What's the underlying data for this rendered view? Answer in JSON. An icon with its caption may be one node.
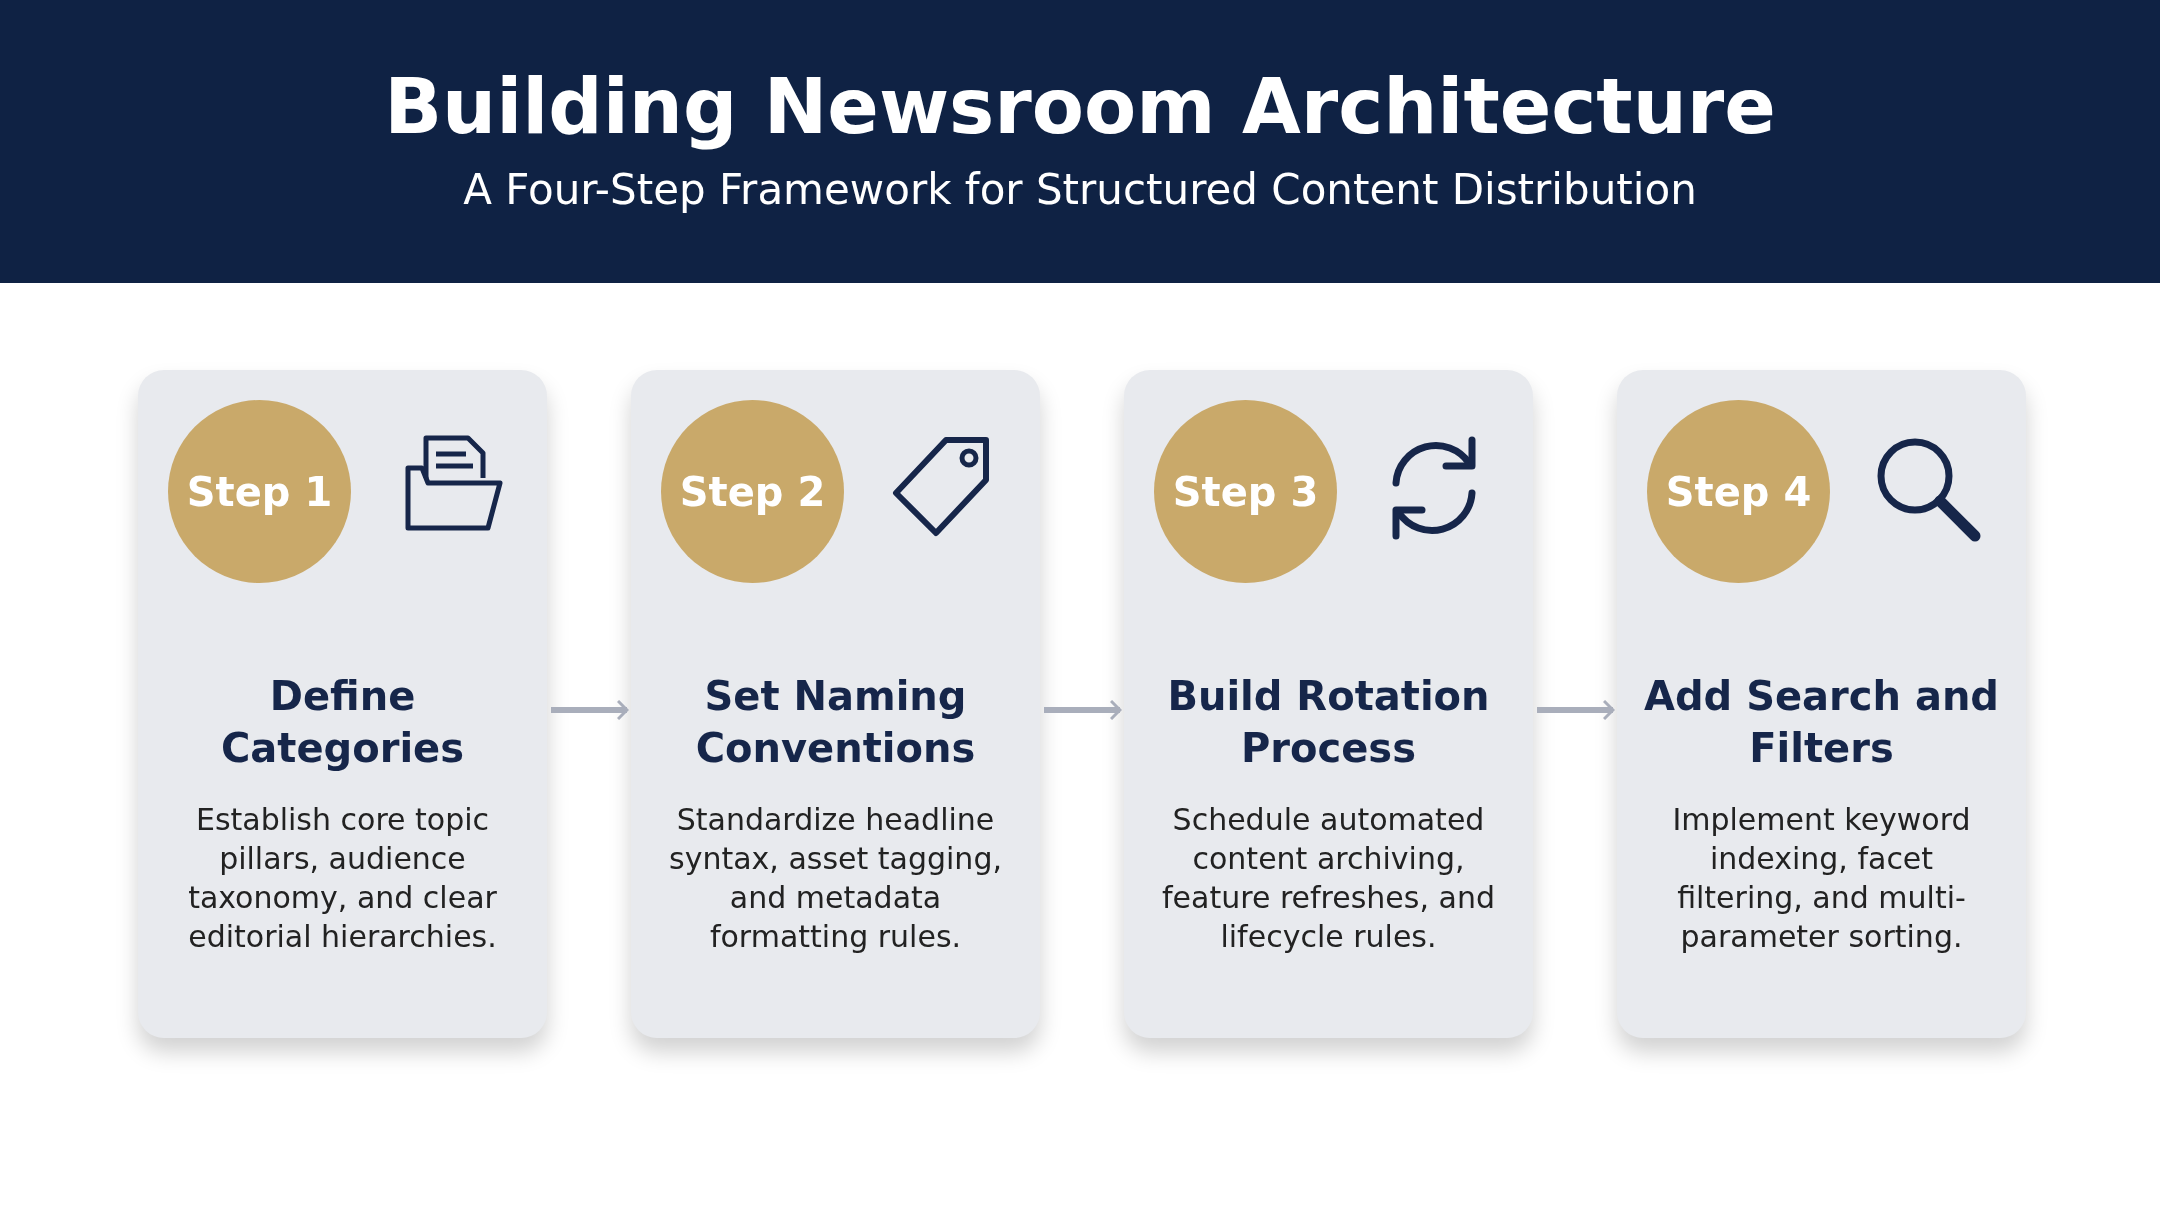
{
  "diagram": {
    "title": "Building Newsroom Architecture",
    "nodes": [
      {
        "text": [
          "Define Categories",
          "Establish core topic pillars, audience taxonomy, and clear editorial hierarchies."
        ]
      },
      {
        "text": [
          "Step 1"
        ],
        "in": 0
      },
      {
        "text": [
          "Set Naming Conventions",
          "Standardize headline syntax, asset tagging, and metadata formatting rules."
        ]
      },
      {
        "text": [
          "Step 2"
        ],
        "in": 2
      },
      {
        "text": [
          "Build Rotation Process",
          "Schedule automated content archiving, feature refreshes, and lifecycle rules."
        ]
      },
      {
        "text": [
          "Step 3"
        ],
        "in": 4
      },
      {
        "text": [
          "Add Search and Filters",
          "Implement keyword indexing, facet filtering, and multi-parameter sorting."
        ]
      },
      {
        "text": [
          "Step 4"
        ],
        "in": 6
      }
    ],
    "edges": [
      {
        "from": 0,
        "to": 2,
        "arrow": "to"
      },
      {
        "from": 2,
        "to": 4,
        "arrow": "to"
      },
      {
        "from": 4,
        "to": 6,
        "arrow": "to"
      }
    ],
    "labels": [
      "A Four-Step Framework for Structured Content Distribution"
    ]
  }
}
